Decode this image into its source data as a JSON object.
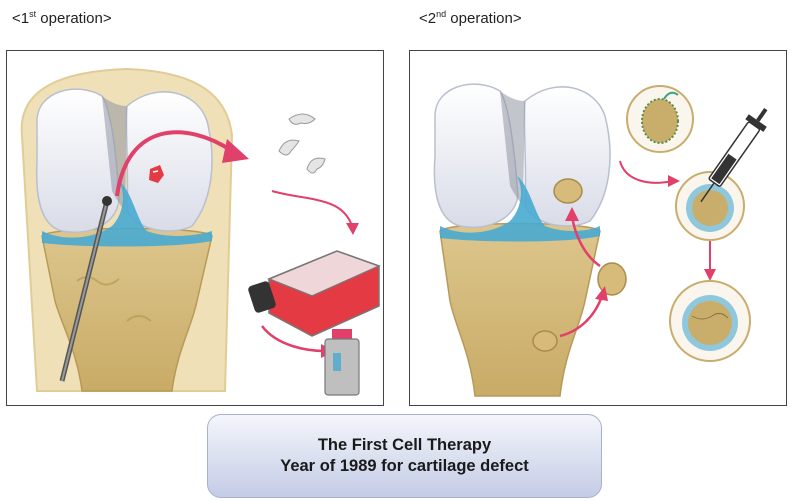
{
  "operations": [
    {
      "prefix": "<1",
      "sup": "st",
      "suffix": " operation>"
    },
    {
      "prefix": "<2",
      "sup": "nd",
      "suffix": " operation>"
    }
  ],
  "caption": {
    "line1": "The First Cell Therapy",
    "line2": "Year of 1989 for cartilage defect"
  },
  "colors": {
    "bone": "#d8bf80",
    "cartilage": "#eef0f6",
    "cell_blue": "#48aad0",
    "arrow_red": "#e0406a",
    "flask_red": "#e43a44"
  }
}
